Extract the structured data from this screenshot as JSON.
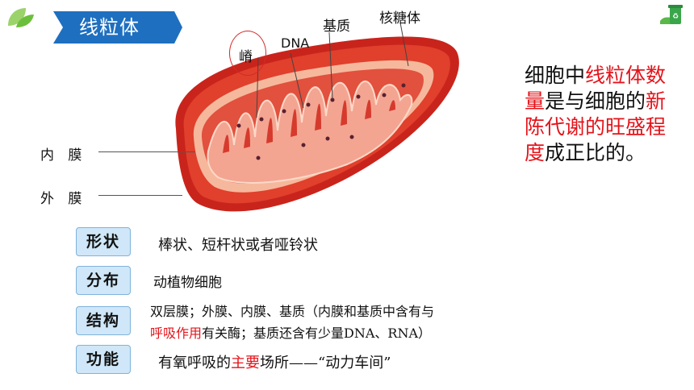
{
  "title": "线粒体",
  "labels": {
    "crista": "嵴",
    "dna": "DNA",
    "matrix": "基质",
    "ribosome": "核糖体",
    "inner_membrane": "内 膜",
    "outer_membrane": "外 膜"
  },
  "side_note": {
    "p1": "细胞中",
    "p2": "线粒体",
    "p3": "数量",
    "p4": "是与细胞的",
    "p5": "新陈代谢的旺盛程度",
    "p6": "成正比的。"
  },
  "rows": {
    "shape": {
      "tag": "形状",
      "text": "棒状、短杆状或者哑铃状"
    },
    "distribution": {
      "tag": "分布",
      "text": "动植物细胞"
    },
    "structure": {
      "tag": "结构",
      "line1": "双层膜；外膜、内膜、基质（内膜和基质中含有与",
      "line2_red": "呼吸作用",
      "line2_rest": "有关酶；基质还含有少量DNA、RNA）"
    },
    "function": {
      "tag": "功能",
      "pre": "有氧呼吸的",
      "red": "主要",
      "post": "场所——“动力车间”"
    }
  },
  "colors": {
    "banner": "#1e6fc0",
    "highlight": "#e3141b",
    "tag_bg": "#cfe7f8",
    "outer_membrane": "#c9241c",
    "cristae": "#f3a592"
  }
}
